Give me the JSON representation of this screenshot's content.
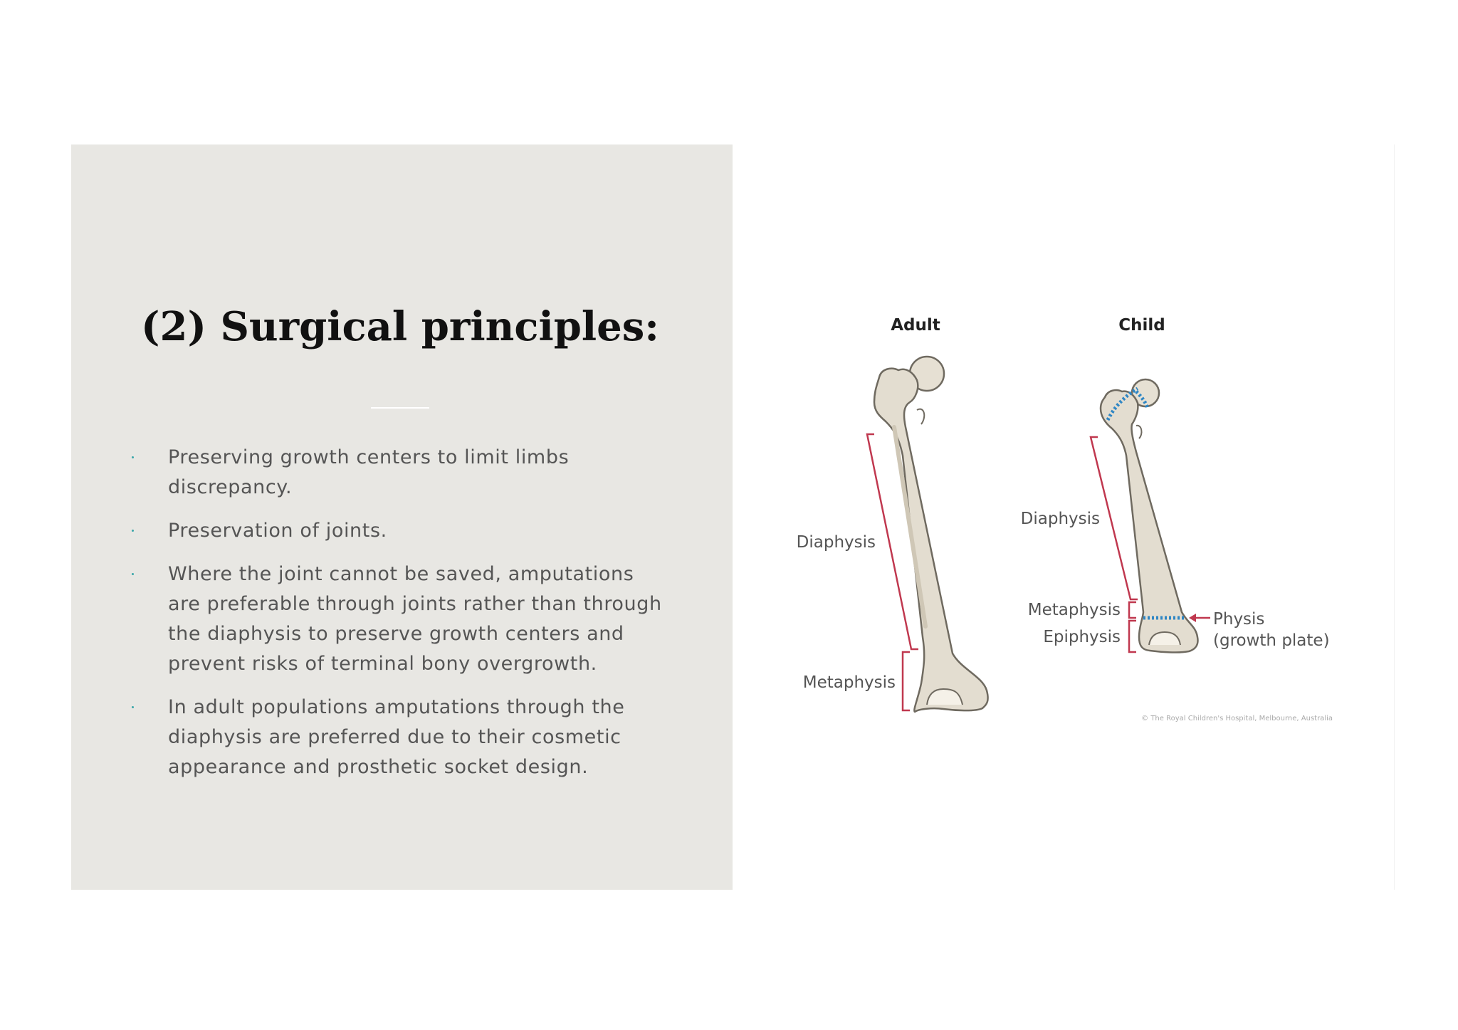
{
  "slide": {
    "title": "(2) Surgical principles:",
    "bullets": [
      "Preserving growth centers to limit limbs discrepancy.",
      "Preservation of joints.",
      "Where the joint cannot be saved, amputations are preferable through joints rather than through the diaphysis to preserve growth centers and prevent risks of terminal bony overgrowth.",
      "In adult populations amputations through the diaphysis are preferred due to their cosmetic appearance and prosthetic socket design."
    ]
  },
  "figure": {
    "adult_label": "Adult",
    "child_label": "Child",
    "adult_diaphysis": "Diaphysis",
    "adult_metaphysis": "Metaphysis",
    "child_diaphysis": "Diaphysis",
    "child_metaphysis": "Metaphysis",
    "child_epiphysis": "Epiphysis",
    "physis_label": "Physis",
    "growth_plate_label": "(growth plate)",
    "copyright": "© The Royal Children's Hospital, Melbourne, Australia",
    "colors": {
      "bone_fill": "#e3ddd0",
      "bone_stroke": "#6f6a60",
      "bracket": "#c0384f",
      "growth_plate": "#2f86c4",
      "label_text": "#555555"
    }
  },
  "theme": {
    "panel_bg": "#e8e7e3",
    "bullet_color": "#3aa6a9"
  }
}
